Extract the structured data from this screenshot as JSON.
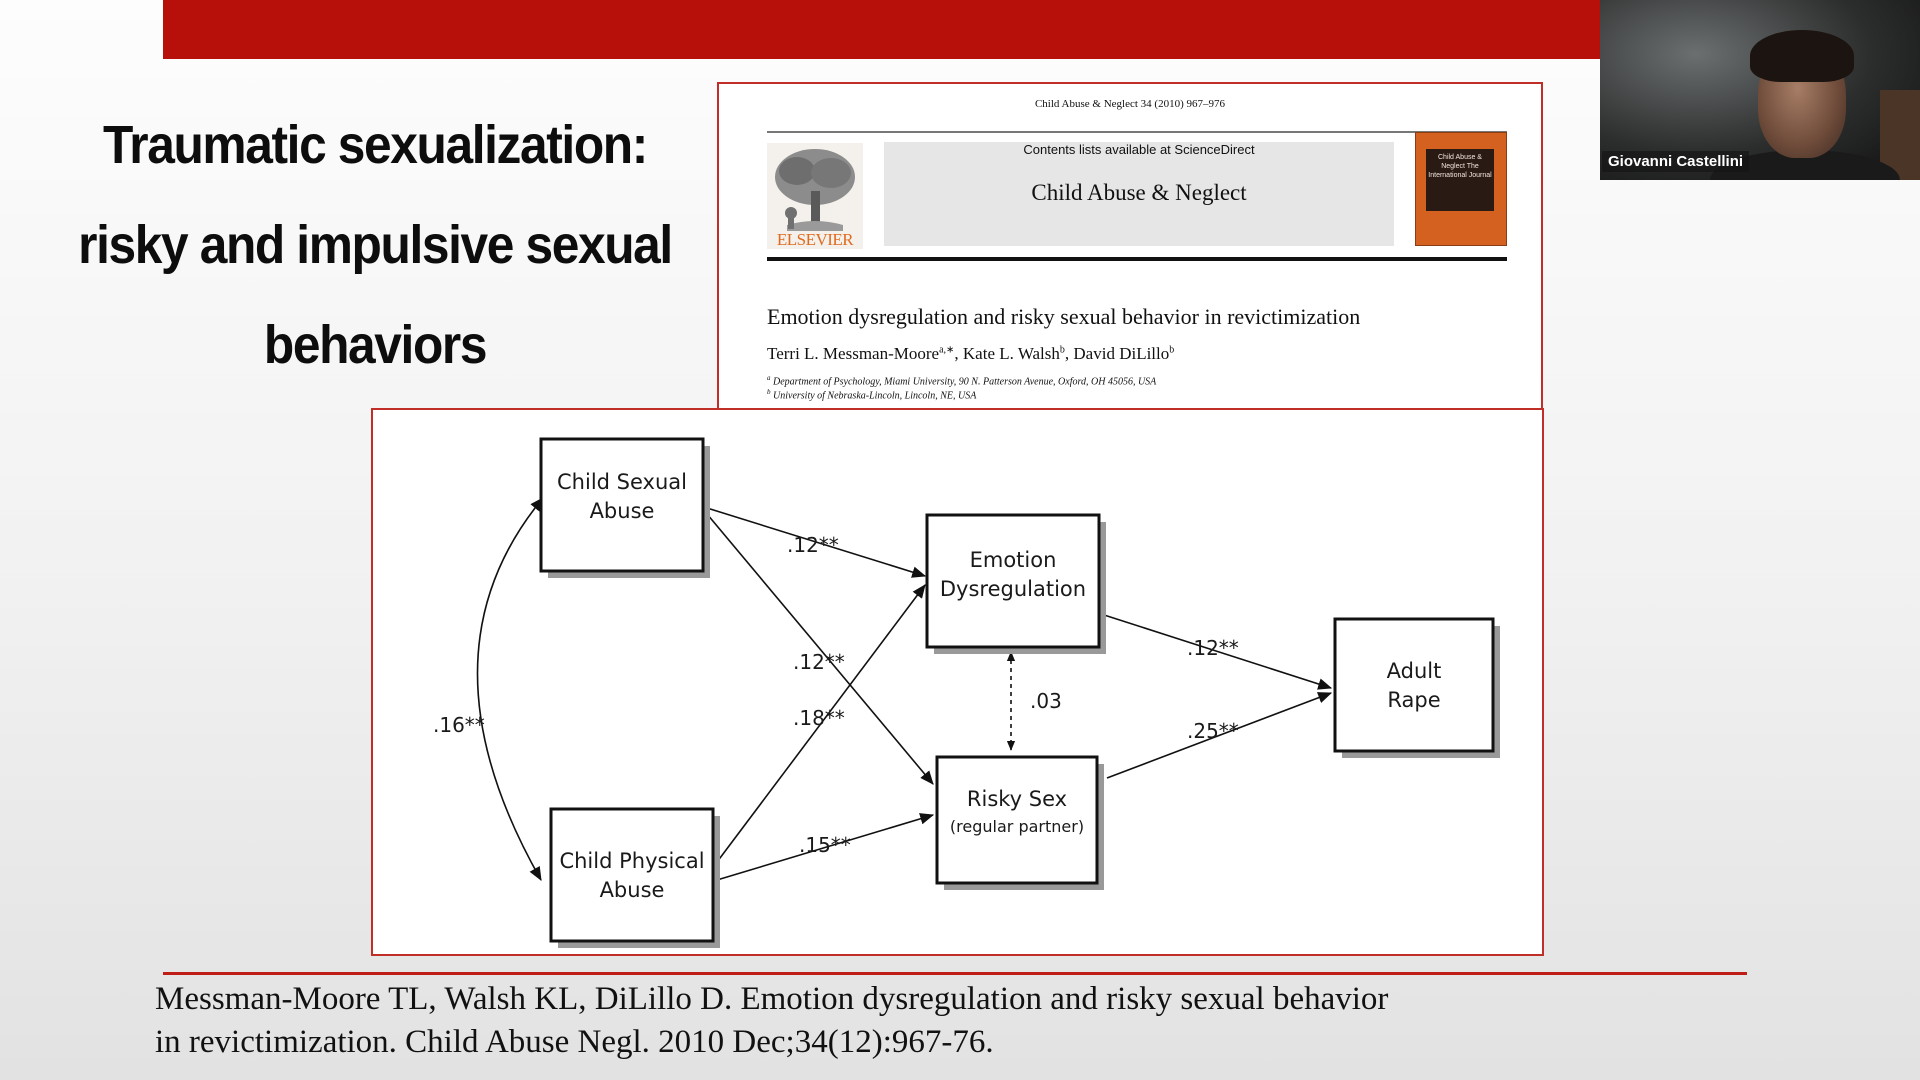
{
  "slide": {
    "title_lines": [
      "Traumatic sexualization:",
      "risky and impulsive sexual",
      "behaviors"
    ],
    "citation_lines": [
      "Messman-Moore TL, Walsh KL, DiLillo D. Emotion dysregulation and risky sexual behavior",
      "in revictimization. Child Abuse Negl. 2010 Dec;34(12):967-76."
    ],
    "accent_color": "#b70f0a"
  },
  "paper": {
    "journal_line": "Child Abuse & Neglect 34 (2010) 967–976",
    "contents_line": "Contents lists available at ScienceDirect",
    "journal_name": "Child Abuse & Neglect",
    "publisher": "ELSEVIER",
    "cover_text": "Child Abuse & Neglect The International Journal",
    "article_title": "Emotion dysregulation and risky sexual behavior in revictimization",
    "authors": [
      {
        "name": "Terri L. Messman-Moore",
        "sup": "a,∗"
      },
      {
        "name": "Kate L. Walsh",
        "sup": "b"
      },
      {
        "name": "David DiLillo",
        "sup": "b"
      }
    ],
    "affiliations": [
      {
        "sup": "a",
        "text": "Department of Psychology, Miami University, 90 N. Patterson Avenue, Oxford, OH 45056, USA"
      },
      {
        "sup": "b",
        "text": "University of Nebraska-Lincoln, Lincoln, NE, USA"
      }
    ]
  },
  "diagram": {
    "nodes": {
      "csa": [
        "Child Sexual",
        "Abuse"
      ],
      "cpa": [
        "Child Physical",
        "Abuse"
      ],
      "ed": [
        "Emotion",
        "Dysregulation"
      ],
      "rs": [
        "Risky Sex",
        "(regular partner)"
      ],
      "ar": [
        "Adult",
        "Rape"
      ]
    },
    "edges": {
      "csa_ed": ".12**",
      "csa_rs": ".12**",
      "cpa_ed": ".18**",
      "cpa_rs": ".15**",
      "csa_cpa": ".16**",
      "ed_rs": ".03",
      "ed_ar": ".12**",
      "rs_ar": ".25**"
    }
  },
  "webcam": {
    "participant_name": "Giovanni Castellini",
    "icon": "person-video-feed"
  }
}
